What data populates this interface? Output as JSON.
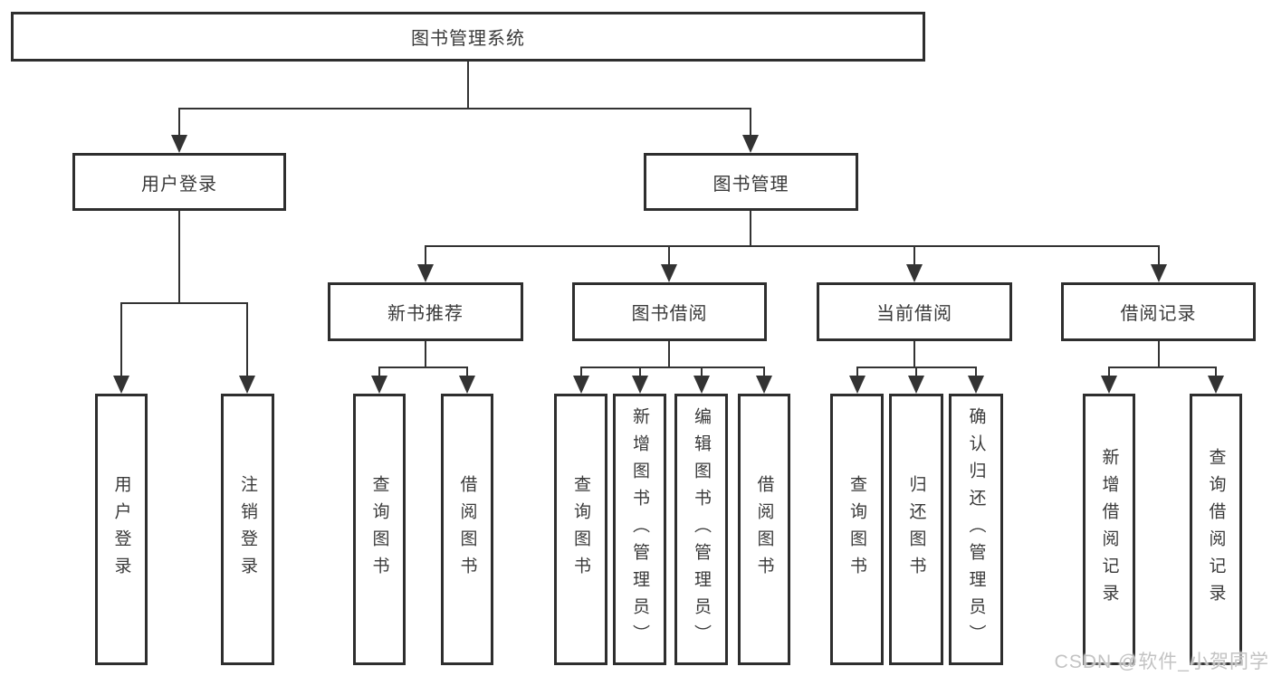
{
  "tree": {
    "root": {
      "label": "图书管理系统",
      "children": [
        {
          "label": "用户登录",
          "children": [
            {
              "label": "用户登录"
            },
            {
              "label": "注销登录"
            }
          ]
        },
        {
          "label": "图书管理",
          "children": [
            {
              "label": "新书推荐",
              "children": [
                {
                  "label": "查询图书"
                },
                {
                  "label": "借阅图书"
                }
              ]
            },
            {
              "label": "图书借阅",
              "children": [
                {
                  "label": "查询图书"
                },
                {
                  "label": "新增图书（管理员）"
                },
                {
                  "label": "编辑图书（管理员）"
                },
                {
                  "label": "借阅图书"
                }
              ]
            },
            {
              "label": "当前借阅",
              "children": [
                {
                  "label": "查询图书"
                },
                {
                  "label": "归还图书"
                },
                {
                  "label": "确认归还（管理员）"
                }
              ]
            },
            {
              "label": "借阅记录",
              "children": [
                {
                  "label": "新增借阅记录"
                },
                {
                  "label": "查询借阅记录"
                }
              ]
            }
          ]
        }
      ]
    }
  },
  "watermark": {
    "text": "CSDN @软件_小贺同学"
  },
  "colors": {
    "background": "#ffffff",
    "box_border": "#2e2e2e",
    "line": "#333333",
    "text": "#3a3a3a",
    "watermark": "#c3c3c3"
  }
}
